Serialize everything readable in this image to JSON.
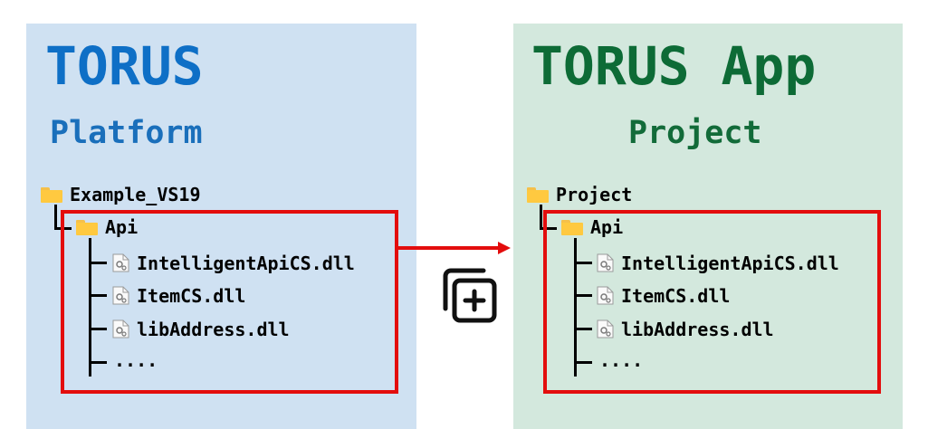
{
  "left_panel": {
    "title": "TORUS",
    "subtitle": "Platform",
    "root_folder": "Example_VS19",
    "sub_folder": "Api",
    "files": [
      "IntelligentApiCS.dll",
      "ItemCS.dll",
      "libAddress.dll"
    ],
    "more": "...."
  },
  "right_panel": {
    "title": "TORUS App",
    "subtitle": "Project",
    "root_folder": "Project",
    "sub_folder": "Api",
    "files": [
      "IntelligentApiCS.dll",
      "ItemCS.dll",
      "libAddress.dll"
    ],
    "more": "...."
  },
  "colors": {
    "left_bg": "#cfe1f2",
    "right_bg": "#d3e8dd",
    "left_title": "#0e6fc6",
    "right_title": "#0d6b36",
    "highlight": "#e30d0d",
    "folder": "#ffc940"
  },
  "icons": [
    "folder-icon",
    "dll-file-icon",
    "copy-add-icon",
    "arrow-right-icon"
  ]
}
